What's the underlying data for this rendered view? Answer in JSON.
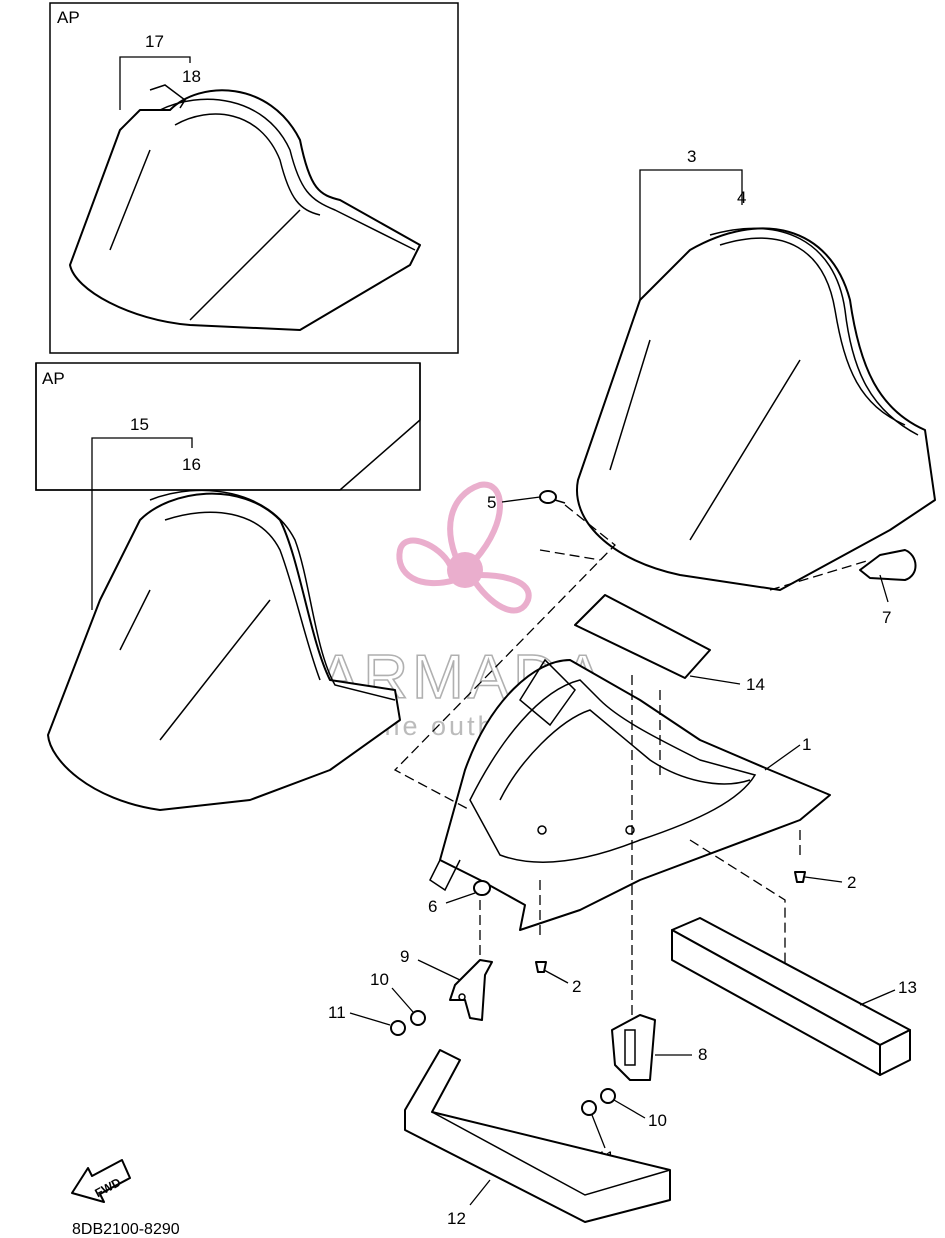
{
  "callouts": {
    "c1": "1",
    "c2a": "2",
    "c2b": "2",
    "c3": "3",
    "c4": "4",
    "c5": "5",
    "c6": "6",
    "c7": "7",
    "c8": "8",
    "c9": "9",
    "c10a": "10",
    "c10b": "10",
    "c11a": "11",
    "c11b": "11",
    "c12": "12",
    "c13": "13",
    "c14": "14",
    "c15": "15",
    "c16": "16",
    "c17": "17",
    "c18": "18"
  },
  "inset_top": {
    "tag": "AP"
  },
  "inset_bottom": {
    "tag": "AP"
  },
  "direction_arrow": {
    "text": "FWD"
  },
  "diagram_code": "8DB2100-8290",
  "watermark": {
    "brand": "ARMADA",
    "subtitle": "marine outboards",
    "color": "#e8a6c8"
  }
}
